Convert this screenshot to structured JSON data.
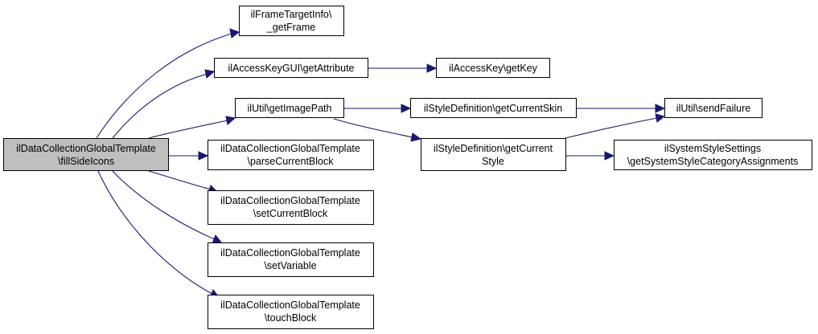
{
  "colors": {
    "edge": "#191970",
    "root_fill": "#bfbfbf",
    "node_fill": "#ffffff",
    "node_border": "#000000"
  },
  "nodes": [
    {
      "id": "root",
      "lines": [
        "ilDataCollectionGlobalTemplate",
        "\\fillSideIcons"
      ]
    },
    {
      "id": "frame",
      "lines": [
        "ilFrameTargetInfo\\",
        "_getFrame"
      ]
    },
    {
      "id": "akgui",
      "lines": [
        "ilAccessKeyGUI\\getAttribute"
      ]
    },
    {
      "id": "akkey",
      "lines": [
        "ilAccessKey\\getKey"
      ]
    },
    {
      "id": "imgpath",
      "lines": [
        "ilUtil\\getImagePath"
      ]
    },
    {
      "id": "skin",
      "lines": [
        "ilStyleDefinition\\getCurrentSkin"
      ]
    },
    {
      "id": "sendfail",
      "lines": [
        "ilUtil\\sendFailure"
      ]
    },
    {
      "id": "parse",
      "lines": [
        "ilDataCollectionGlobalTemplate",
        "\\parseCurrentBlock"
      ]
    },
    {
      "id": "style",
      "lines": [
        "ilStyleDefinition\\getCurrent",
        "Style"
      ]
    },
    {
      "id": "sysstyle",
      "lines": [
        "ilSystemStyleSettings",
        "\\getSystemStyleCategoryAssignments"
      ]
    },
    {
      "id": "setblock",
      "lines": [
        "ilDataCollectionGlobalTemplate",
        "\\setCurrentBlock"
      ]
    },
    {
      "id": "setvar",
      "lines": [
        "ilDataCollectionGlobalTemplate",
        "\\setVariable"
      ]
    },
    {
      "id": "touch",
      "lines": [
        "ilDataCollectionGlobalTemplate",
        "\\touchBlock"
      ]
    }
  ],
  "edges": [
    {
      "from": "root",
      "to": "frame"
    },
    {
      "from": "root",
      "to": "akgui"
    },
    {
      "from": "root",
      "to": "imgpath"
    },
    {
      "from": "root",
      "to": "parse"
    },
    {
      "from": "root",
      "to": "setblock"
    },
    {
      "from": "root",
      "to": "setvar"
    },
    {
      "from": "root",
      "to": "touch"
    },
    {
      "from": "akgui",
      "to": "akkey"
    },
    {
      "from": "imgpath",
      "to": "skin"
    },
    {
      "from": "imgpath",
      "to": "style"
    },
    {
      "from": "skin",
      "to": "sendfail"
    },
    {
      "from": "style",
      "to": "sendfail"
    },
    {
      "from": "style",
      "to": "sysstyle"
    }
  ]
}
